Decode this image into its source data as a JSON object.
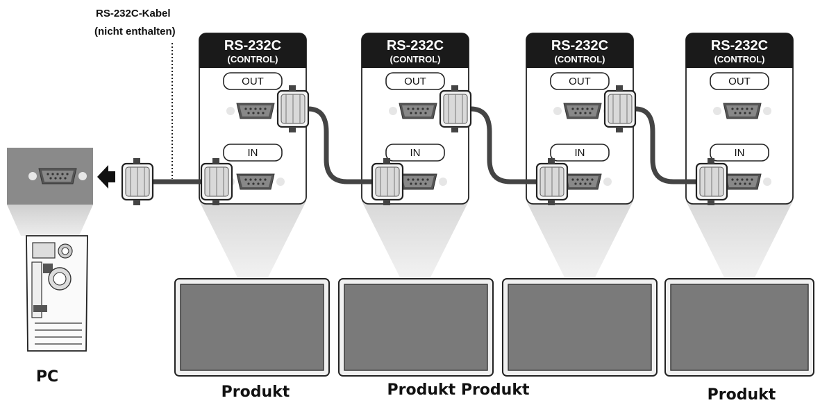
{
  "cable_label": {
    "line1": "RS-232C-Kabel",
    "line2": "(nicht enthalten)"
  },
  "panels": [
    {
      "title": "RS-232C",
      "subtitle": "(CONTROL)",
      "out_label": "OUT",
      "in_label": "IN"
    },
    {
      "title": "RS-232C",
      "subtitle": "(CONTROL)",
      "out_label": "OUT",
      "in_label": "IN"
    },
    {
      "title": "RS-232C",
      "subtitle": "(CONTROL)",
      "out_label": "OUT",
      "in_label": "IN"
    },
    {
      "title": "RS-232C",
      "subtitle": "(CONTROL)",
      "out_label": "OUT",
      "in_label": "IN"
    }
  ],
  "captions": {
    "pc": "PC",
    "product_1": "Produkt",
    "product_2_3": "Produkt Produkt",
    "product_4": "Produkt"
  },
  "colors": {
    "panel_header": "#1a1a1a",
    "screen": "#7a7a7a",
    "cable": "#444444",
    "pc_port_panel": "#8a8a8a"
  }
}
